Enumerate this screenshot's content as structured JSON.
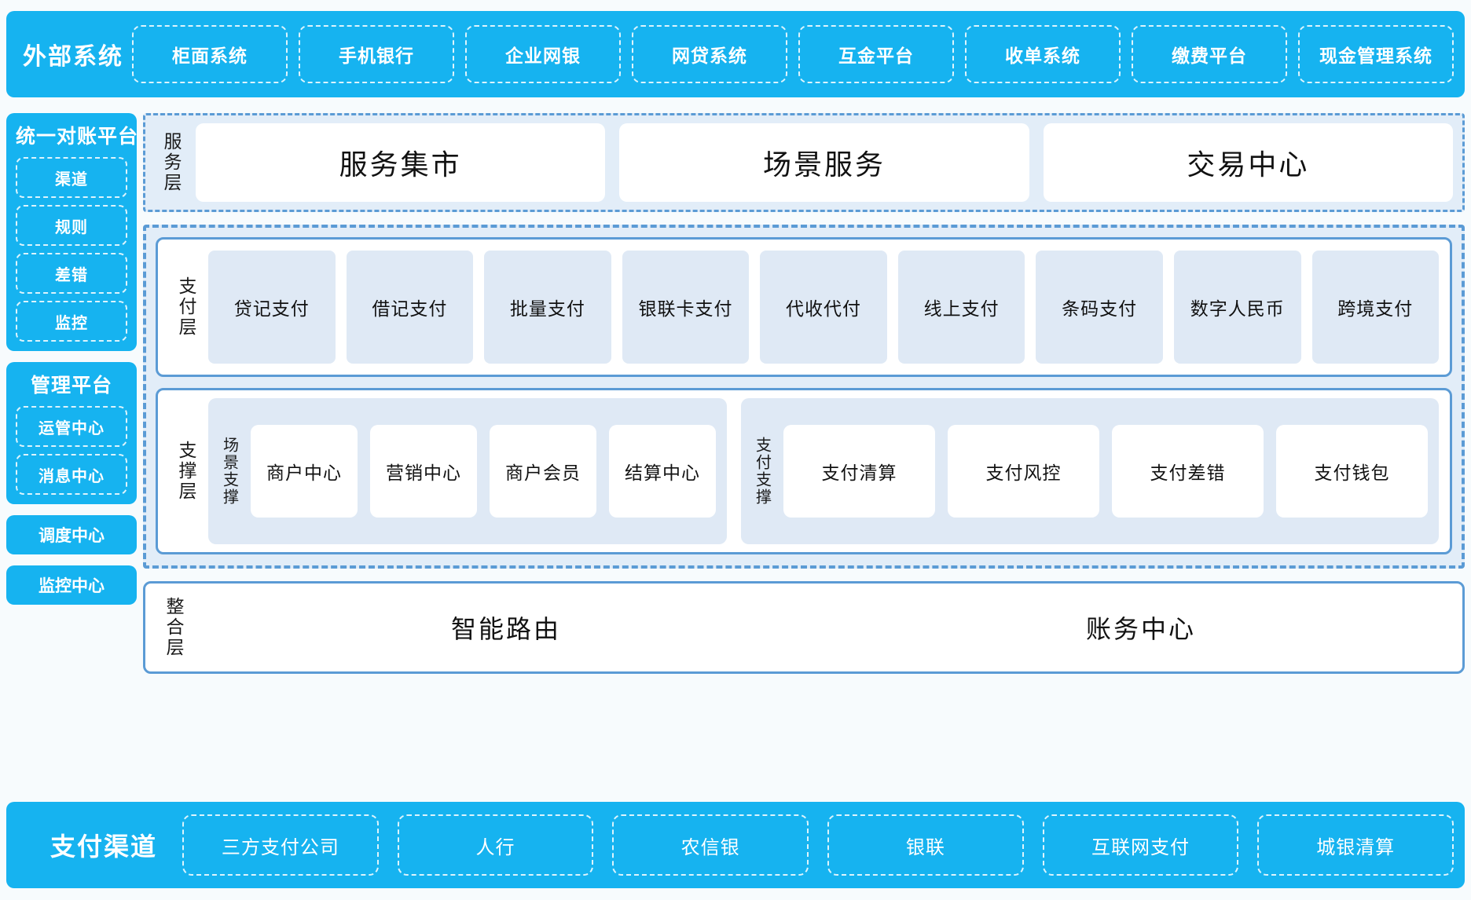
{
  "external": {
    "title": "外部系统",
    "items": [
      "柜面系统",
      "手机银行",
      "企业网银",
      "网贷系统",
      "互金平台",
      "收单系统",
      "缴费平台",
      "现金管理系统"
    ]
  },
  "left": {
    "recon": {
      "title": "统一对账平台",
      "items": [
        "渠道",
        "规则",
        "差错",
        "监控"
      ]
    },
    "manage": {
      "title": "管理平台",
      "items": [
        "运管中心",
        "消息中心"
      ]
    },
    "standalone": [
      "调度中心",
      "监控中心"
    ]
  },
  "service_layer": {
    "label": "服务层",
    "items": [
      "服务集市",
      "场景服务",
      "交易中心"
    ]
  },
  "payment_layer": {
    "label": "支付层",
    "items": [
      "贷记支付",
      "借记支付",
      "批量支付",
      "银联卡支付",
      "代收代付",
      "线上支付",
      "条码支付",
      "数字人民币",
      "跨境支付"
    ]
  },
  "support_layer": {
    "label": "支撑层",
    "groups": [
      {
        "label": "场景支撑",
        "items": [
          "商户中心",
          "营销中心",
          "商户会员",
          "结算中心"
        ]
      },
      {
        "label": "支付支撑",
        "items": [
          "支付清算",
          "支付风控",
          "支付差错",
          "支付钱包"
        ]
      }
    ]
  },
  "integration_layer": {
    "label": "整合层",
    "items": [
      "智能路由",
      "账务中心"
    ]
  },
  "channel": {
    "title": "支付渠道",
    "items": [
      "三方支付公司",
      "人行",
      "农信银",
      "银联",
      "互联网支付",
      "城银清算"
    ]
  },
  "colors": {
    "brand_blue": "#16b3f0",
    "panel_fill": "#e2edf8",
    "card_fill": "#dfe9f5",
    "border_blue": "#5b9bd5",
    "page_bg": "#f7fbfd"
  }
}
